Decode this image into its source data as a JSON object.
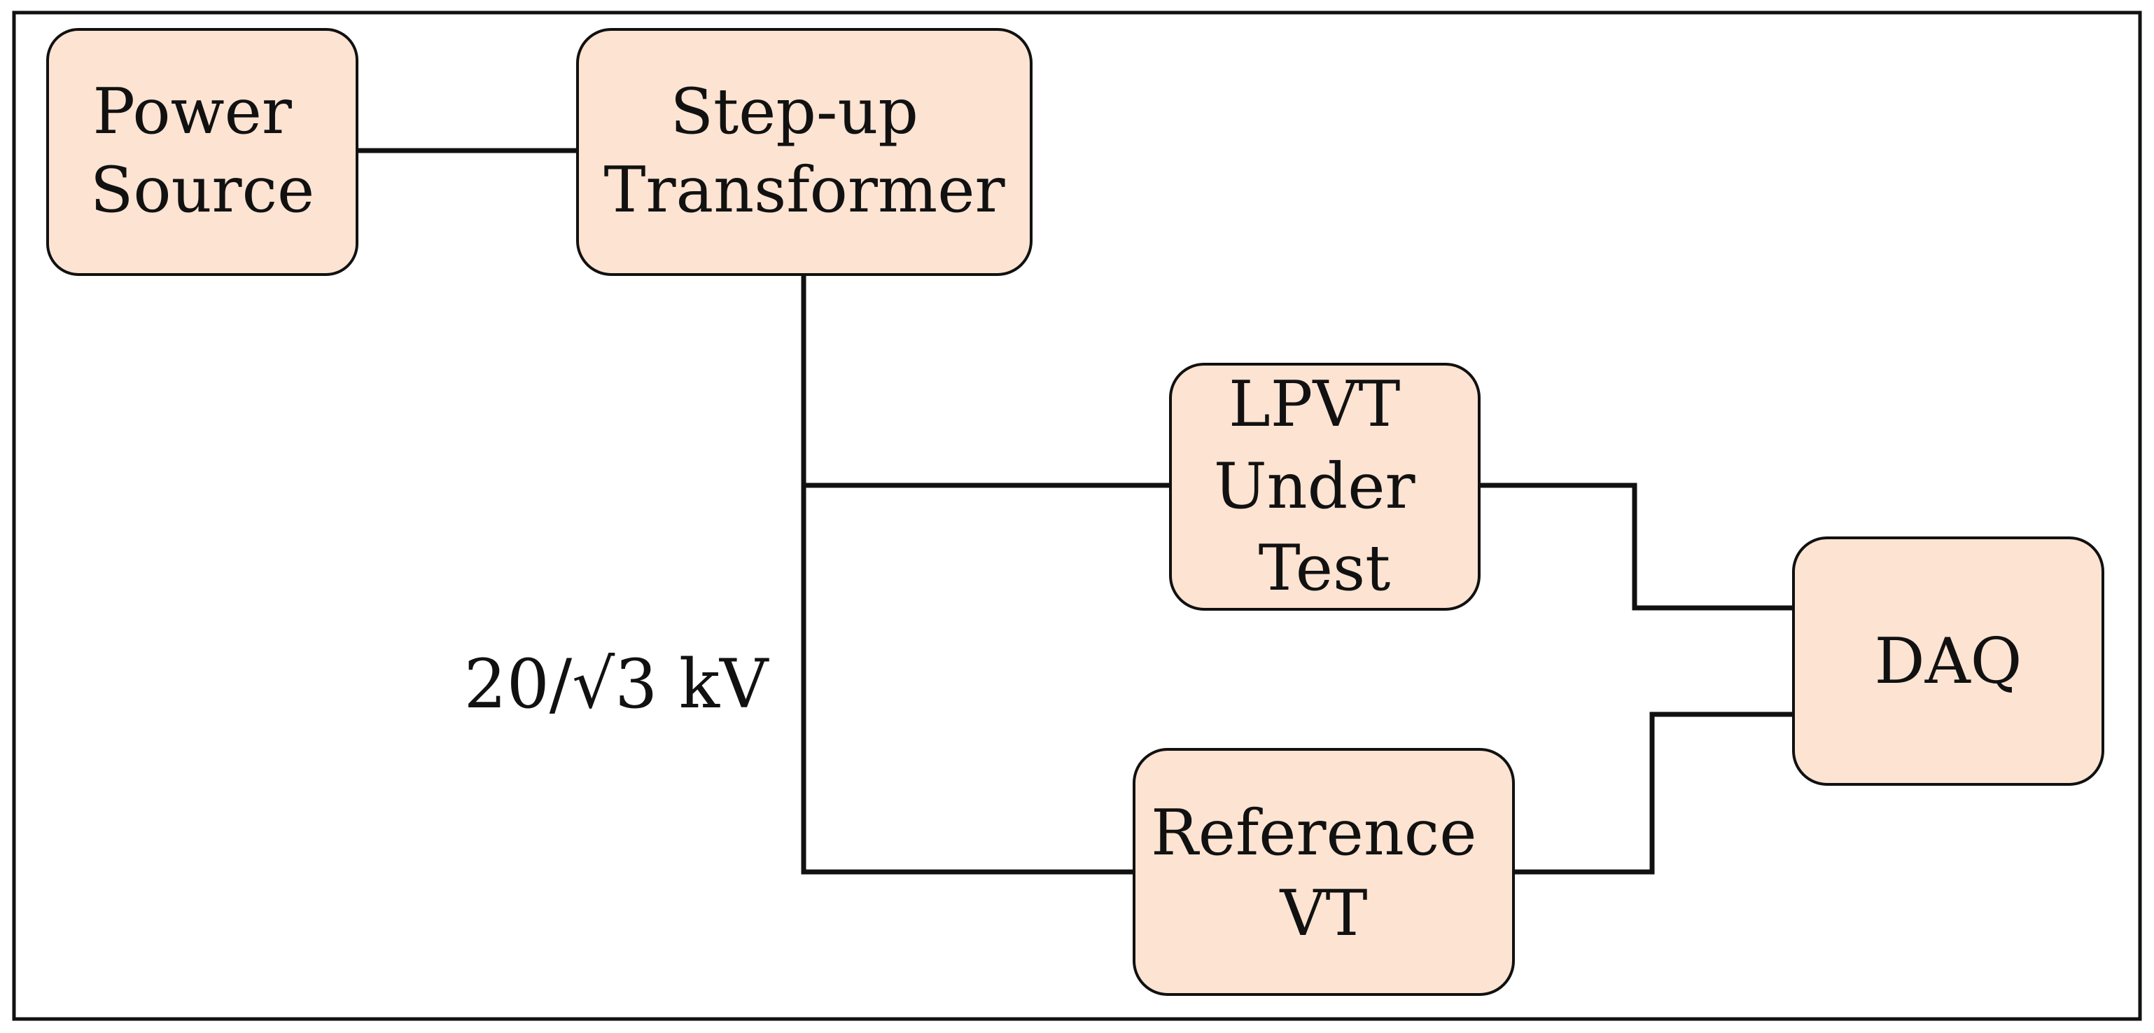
{
  "colors": {
    "block_fill": "#fde3d2",
    "line": "#111111",
    "frame": "#111111",
    "background": "#ffffff"
  },
  "blocks": {
    "power_source": {
      "lines": [
        "Power",
        "Source"
      ]
    },
    "step_up_transformer": {
      "lines": [
        "Step-up",
        "Transformer"
      ]
    },
    "lpvt_under_test": {
      "lines": [
        "LPVT",
        "Under",
        "Test"
      ]
    },
    "reference_vt": {
      "lines": [
        "Reference",
        "VT"
      ]
    },
    "daq": {
      "lines": [
        "DAQ"
      ]
    }
  },
  "voltage_label": "20/√3 kV"
}
